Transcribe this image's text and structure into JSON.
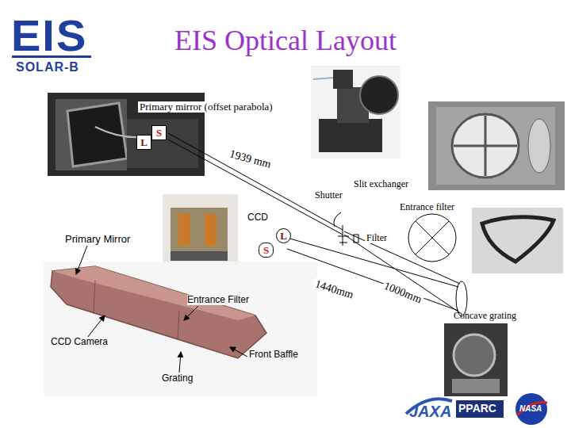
{
  "diagram": {
    "title": "EIS Optical Layout",
    "nodes": [
      {
        "text": [
          "L"
        ]
      },
      {
        "text": [
          "S"
        ]
      },
      {
        "text": [
          "S"
        ]
      },
      {
        "text": [
          "L"
        ]
      }
    ],
    "labels": [
      "EIS",
      "SOLAR-B",
      "Primary mirror (offset parabola)",
      "1939 mm",
      "Slit exchanger",
      "Shutter",
      "Entrance filter",
      "CCD",
      "Primary Mirror",
      "Filter",
      "1440mm",
      "1000mm",
      "Entrance Filter",
      "Concave grating",
      "CCD Camera",
      "Front Baffle",
      "Grating",
      "JAXA",
      "PPARC",
      "NASA"
    ]
  }
}
